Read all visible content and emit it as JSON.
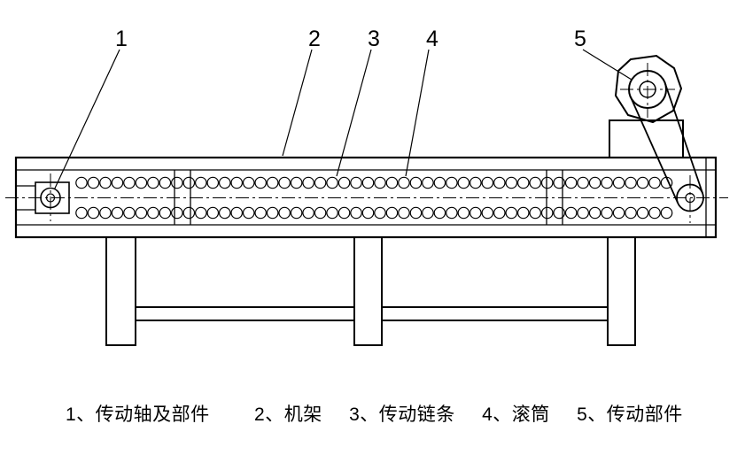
{
  "callouts": [
    {
      "label": "1",
      "target": "drive-shaft-assembly"
    },
    {
      "label": "2",
      "target": "frame"
    },
    {
      "label": "3",
      "target": "drive-chain"
    },
    {
      "label": "4",
      "target": "roller"
    },
    {
      "label": "5",
      "target": "drive-unit"
    }
  ],
  "legend": {
    "items": [
      {
        "text": "1、传动轴及部件"
      },
      {
        "text": "2、机架"
      },
      {
        "text": "3、传动链条"
      },
      {
        "text": "4、滚筒"
      },
      {
        "text": "5、传动部件"
      }
    ]
  },
  "colors": {
    "line": "#000000",
    "background": "#ffffff"
  }
}
